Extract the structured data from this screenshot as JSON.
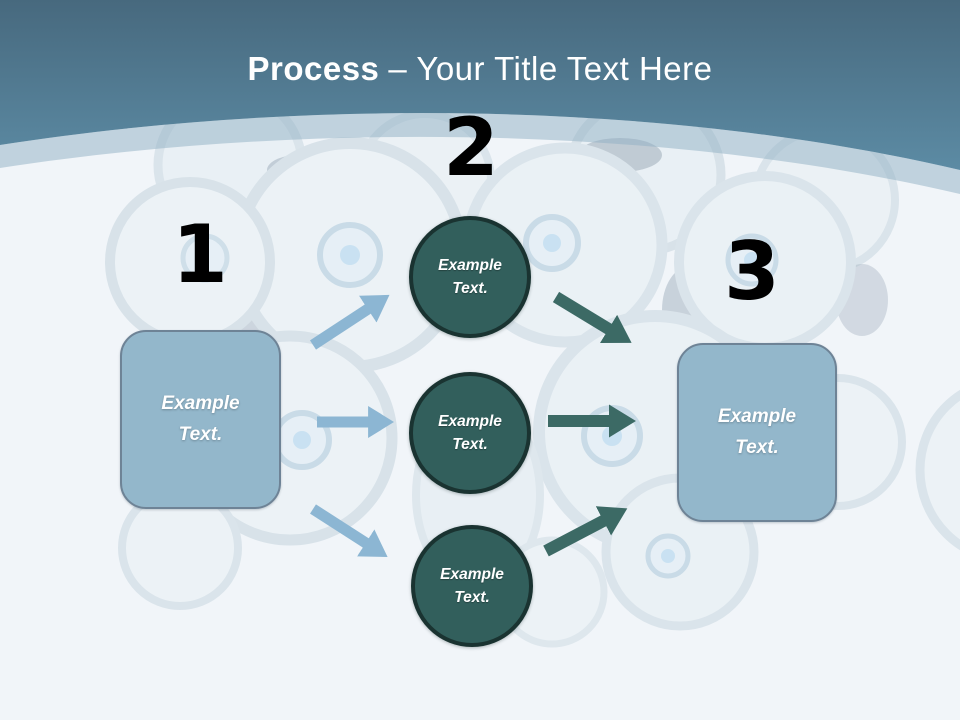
{
  "header": {
    "title_bold": "Process",
    "title_rest": "– Your Title Text Here"
  },
  "diagram": {
    "numbers": [
      "1",
      "2",
      "3"
    ],
    "left_box_label": "Example Text.",
    "right_box_label": "Example Text.",
    "circle_labels": [
      "Example Text.",
      "Example Text.",
      "Example Text."
    ]
  },
  "colors": {
    "background": "#f1f5f9",
    "header_top": "#47697e",
    "header_bottom": "#5c8ba4",
    "band": "#8fb0c4",
    "box_fill": "#93b7cb",
    "box_border": "#6e8396",
    "circle_fill": "#325f5c",
    "circle_border": "#1a3331",
    "arrow_light": "#8cb6d3",
    "arrow_dark": "#3c6a65",
    "number_color": "#000000",
    "text_white": "#ffffff"
  }
}
